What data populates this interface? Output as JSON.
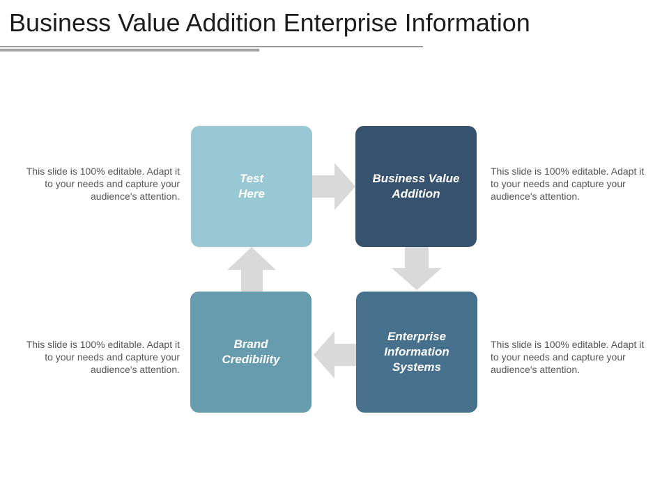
{
  "title": "Business Value Addition Enterprise Information",
  "boxes": {
    "top_left": "Test\nHere",
    "top_right": "Business Value\nAddition",
    "bottom_left": "Brand\nCredibility",
    "bottom_right": "Enterprise\nInformation\nSystems"
  },
  "notes": {
    "top_left": "This slide is 100% editable. Adapt it to your needs and capture your audience's attention.",
    "top_right": "This slide is 100% editable. Adapt it to your needs and capture your audience's attention.",
    "bottom_left": "This slide is 100% editable. Adapt it to your needs and capture your audience's attention.",
    "bottom_right": "This slide is 100% editable. Adapt it to your needs and capture your audience's attention."
  },
  "colors": {
    "box_top_left": "#98c8d4",
    "box_top_right": "#37526f",
    "box_bottom_left": "#679caf",
    "box_bottom_right": "#46708c",
    "arrow": "#d9d9d9",
    "text_note": "#555555"
  }
}
